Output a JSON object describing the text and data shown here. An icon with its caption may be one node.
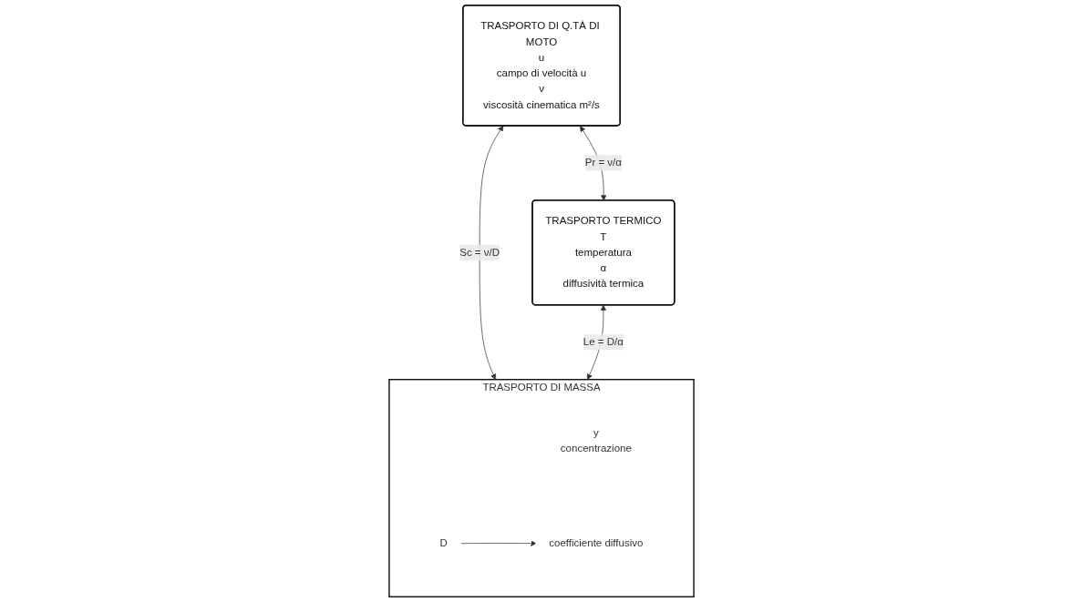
{
  "diagram": {
    "nodes": [
      {
        "text": [
          "TRASPORTO DI Q.TÀ DI MOTO",
          "u",
          "campo di velocità u",
          "ν",
          "viscosità cinematica m²/s"
        ]
      },
      {
        "text": [
          "TRASPORTO TERMICO",
          "T",
          "temperatura",
          "α",
          "diffusività termica"
        ]
      },
      {
        "text": [
          "TRASPORTO DI MASSA"
        ]
      },
      {
        "text": [
          "y",
          "concentrazione"
        ],
        "in": 2
      },
      {
        "text": [
          "D"
        ],
        "in": 2
      },
      {
        "text": [
          "coefficiente diffusivo"
        ],
        "in": 2
      }
    ],
    "edges": [
      {
        "from": 0,
        "to": 1,
        "arrow": "both",
        "label": "Pr = ν/α"
      },
      {
        "from": 0,
        "to": 2,
        "arrow": "both",
        "label": "Sc = ν/D"
      },
      {
        "from": 1,
        "to": 2,
        "arrow": "both",
        "label": "Le = D/α"
      },
      {
        "from": 4,
        "to": 5,
        "arrow": "to"
      }
    ]
  }
}
